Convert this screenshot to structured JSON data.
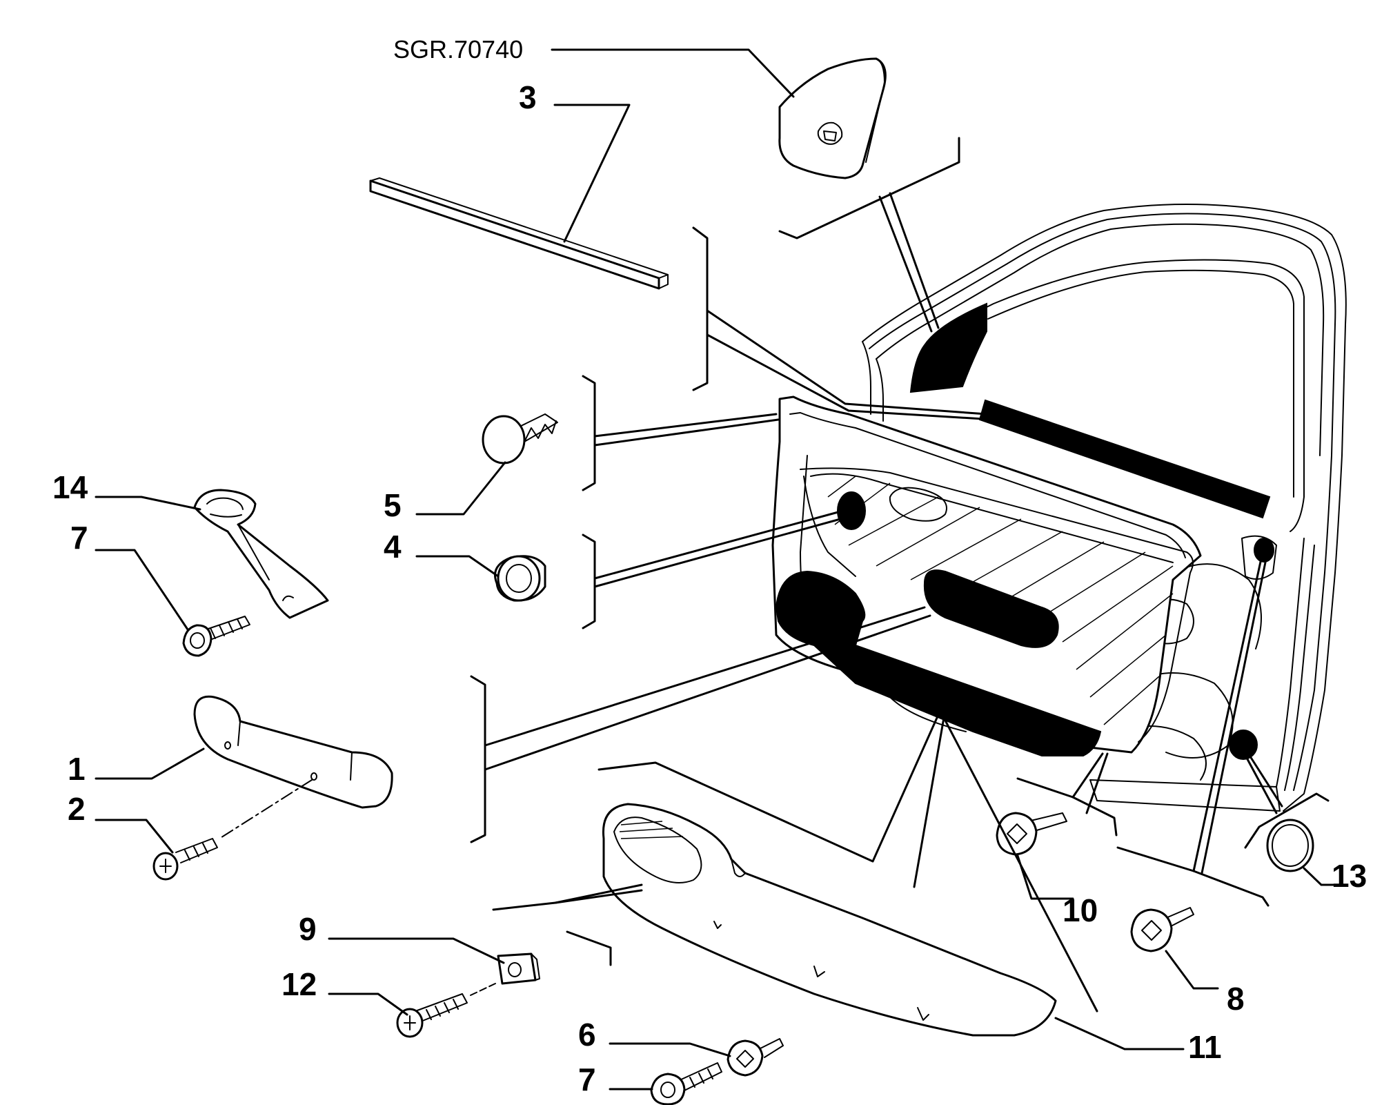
{
  "diagram": {
    "reference_code": "SGR.70740",
    "callouts": {
      "c1": "1",
      "c2": "2",
      "c3": "3",
      "c4": "4",
      "c5": "5",
      "c6": "6",
      "c7_upper": "7",
      "c7_lower": "7",
      "c8": "8",
      "c9": "9",
      "c10": "10",
      "c11": "11",
      "c12": "12",
      "c13": "13",
      "c14": "14"
    }
  }
}
